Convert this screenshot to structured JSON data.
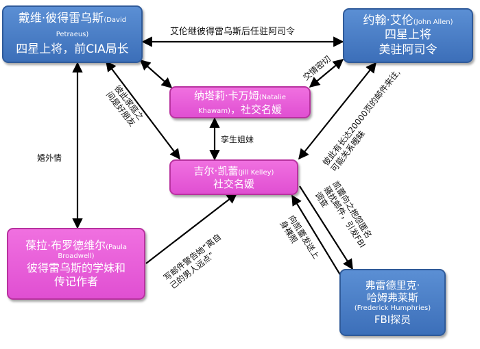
{
  "nodes": {
    "petraeus": {
      "name_zh": "戴维·彼得雷乌斯",
      "name_en": "(David Petraeus)",
      "desc": "四星上将，前CIA局长",
      "color": "#4a7cc4"
    },
    "allen": {
      "name_zh": "约翰·艾伦",
      "name_en": "(John Allen)",
      "desc_line1": "四星上将",
      "desc_line2": "美驻阿司令",
      "color": "#4a7cc4"
    },
    "natalie": {
      "name_zh": "纳塔莉·卡万姆",
      "name_en": "(Natalie Khawam)",
      "desc": "社交名媛",
      "color": "#e85fd9"
    },
    "jill": {
      "name_zh": "吉尔·凯蕾",
      "name_en": "(Jill Kelley)",
      "desc": "社交名媛",
      "color": "#e85fd9"
    },
    "paula": {
      "name_zh": "葆拉·布罗德维尔",
      "name_en": "(Paula Broadwell)",
      "desc_line1": "彼得雷乌斯的学妹和",
      "desc_line2": "传记作者",
      "color": "#e85fd9"
    },
    "humphries": {
      "name_line1": "弗雷德里克·",
      "name_line2": "哈姆弗莱斯",
      "name_en": "(Frederick Humphries)",
      "desc": "FBI探员",
      "color": "#4a7cc4"
    }
  },
  "edges": {
    "petraeus_allen": "艾伦继彼得雷乌斯后任驻阿司令",
    "petraeus_jill_line1": "彼此家庭之",
    "petraeus_jill_line2": "间是好朋友",
    "allen_natalie": "交情密切",
    "natalie_jill": "孪生姐妹",
    "petraeus_paula": "婚外情",
    "allen_jill_line1": "彼此有长达20000页的邮件来往,",
    "allen_jill_line2": "可能关系暧昧",
    "paula_jill_line1": "写邮件警告她“离自",
    "paula_jill_line2": "己的男人远点”",
    "jill_humphries_line1": "凯蕾向之抱怨匿名",
    "jill_humphries_line2": "骚扰邮件，引发FBI",
    "jill_humphries_line3": "调查",
    "humphries_jill_line1": "向凯蕾发送上",
    "humphries_jill_line2": "身裸照"
  }
}
